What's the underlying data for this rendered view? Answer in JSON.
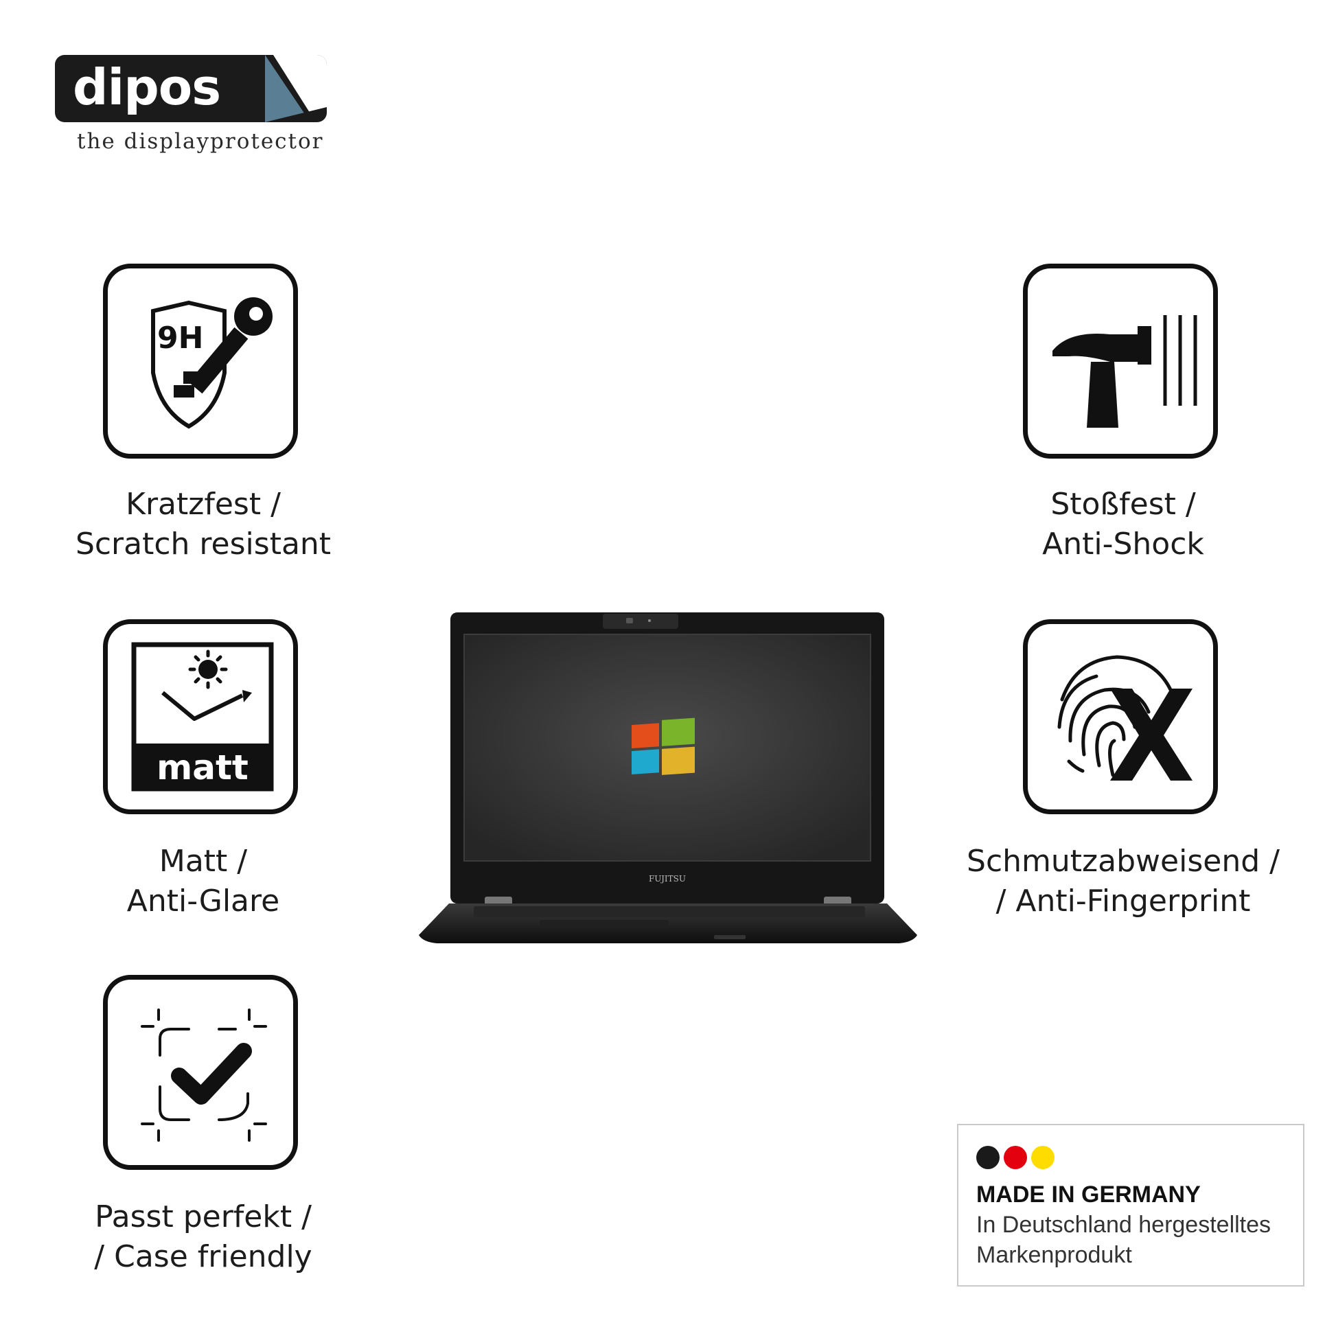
{
  "brand": {
    "name": "dipos",
    "tagline": "the displayprotector",
    "colors": {
      "badge": "#1b1b1b",
      "accent": "#5a7f95"
    }
  },
  "features": [
    {
      "icon": "shield-9h-key-icon",
      "icon_text": "9H",
      "line1": "Kratzfest /",
      "line2": "Scratch resistant"
    },
    {
      "icon": "hammer-icon",
      "line1": "Stoßfest /",
      "line2": "Anti-Shock"
    },
    {
      "icon": "matt-sun-icon",
      "icon_text": "matt",
      "line1": "Matt /",
      "line2": "Anti-Glare"
    },
    {
      "icon": "fingerprint-x-icon",
      "line1": "Schmutzabweisend /",
      "line2": "/ Anti-Fingerprint"
    },
    {
      "icon": "check-frame-icon",
      "line1": "Passt perfekt /",
      "line2": "/ Case friendly"
    }
  ],
  "laptop": {
    "brand_label": "FUJITSU",
    "windows_colors": [
      "#e34e1b",
      "#7ab42a",
      "#1fa9cf",
      "#e2b32a"
    ]
  },
  "made_in_germany": {
    "flag_colors": [
      "#1a1a1a",
      "#e3000f",
      "#ffdc00"
    ],
    "title": "MADE IN GERMANY",
    "line1": "In Deutschland hergestelltes",
    "line2": "Markenprodukt"
  }
}
